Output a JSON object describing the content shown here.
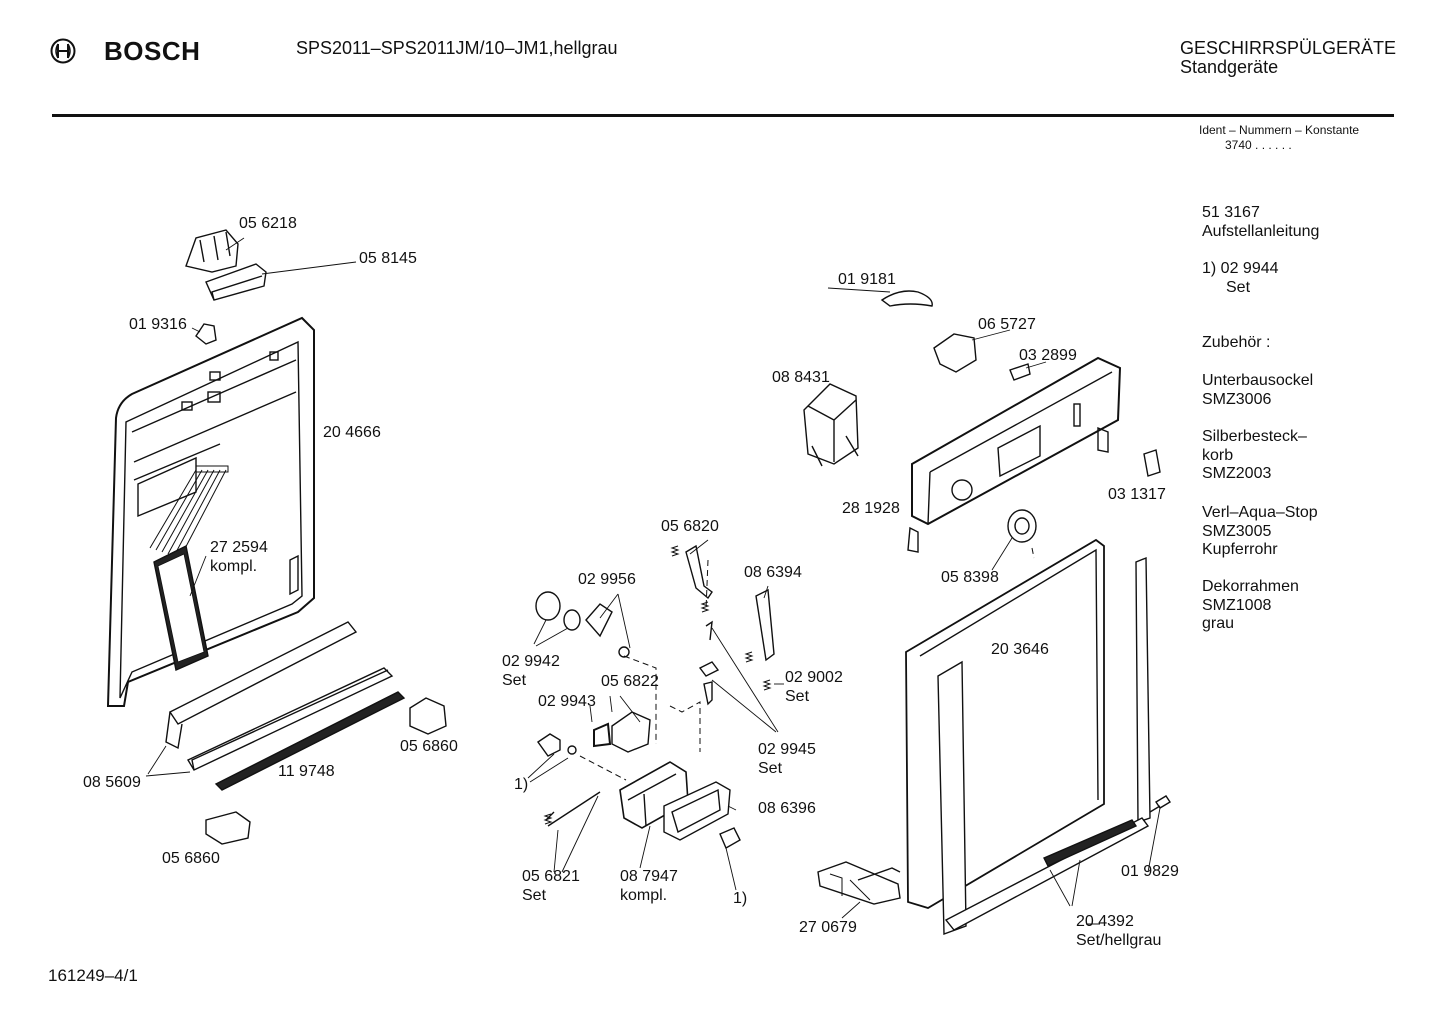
{
  "header": {
    "brand": "BOSCH",
    "model": "SPS2011–SPS2011JM/10–JM1,hellgrau",
    "category_line1": "GESCHIRRSPÜLGERÄTE",
    "category_line2": "Standgeräte",
    "ident_label": "Ident – Nummern – Konstante",
    "ident_value": "3740 . .   . . . ."
  },
  "sidebar": {
    "manual_number": "51 3167",
    "manual_label": "Aufstellanleitung",
    "footnote_number": "1)  02 9944",
    "footnote_label": "Set",
    "accessories_title": "Zubehör :",
    "accessories": [
      {
        "line1": "Unterbausockel",
        "line2": "SMZ3006",
        "line3": ""
      },
      {
        "line1": "Silberbesteck–",
        "line2": "korb",
        "line3": "SMZ2003"
      },
      {
        "line1": "Verl–Aqua–Stop",
        "line2": "SMZ3005",
        "line3": "Kupferrohr"
      },
      {
        "line1": "Dekorrahmen",
        "line2": "SMZ1008",
        "line3": "grau"
      }
    ]
  },
  "parts": [
    {
      "id": "p01",
      "text": "05 6218"
    },
    {
      "id": "p02",
      "text": "05 8145"
    },
    {
      "id": "p03",
      "text": "01 9316"
    },
    {
      "id": "p04",
      "text": "20 4666"
    },
    {
      "id": "p05",
      "text": "27 2594"
    },
    {
      "id": "p05b",
      "text": "kompl."
    },
    {
      "id": "p06",
      "text": "08 5609"
    },
    {
      "id": "p07",
      "text": "11 9748"
    },
    {
      "id": "p08",
      "text": "05 6860"
    },
    {
      "id": "p09",
      "text": "05 6860"
    },
    {
      "id": "p10",
      "text": "01 9181"
    },
    {
      "id": "p11",
      "text": "06 5727"
    },
    {
      "id": "p12",
      "text": "03 2899"
    },
    {
      "id": "p13",
      "text": "08 8431"
    },
    {
      "id": "p14",
      "text": "28 1928"
    },
    {
      "id": "p15",
      "text": "03 1317"
    },
    {
      "id": "p16",
      "text": "05 8398"
    },
    {
      "id": "p17",
      "text": "05 6820"
    },
    {
      "id": "p18",
      "text": "02 9956"
    },
    {
      "id": "p19",
      "text": "08 6394"
    },
    {
      "id": "p20",
      "text": "02 9942"
    },
    {
      "id": "p20b",
      "text": "Set"
    },
    {
      "id": "p21",
      "text": "05 6822"
    },
    {
      "id": "p22",
      "text": "02 9943"
    },
    {
      "id": "p23",
      "text": "02 9002"
    },
    {
      "id": "p23b",
      "text": "Set"
    },
    {
      "id": "p24",
      "text": "02 9945"
    },
    {
      "id": "p24b",
      "text": "Set"
    },
    {
      "id": "p25",
      "text": "1)"
    },
    {
      "id": "p26",
      "text": "08 6396"
    },
    {
      "id": "p27",
      "text": "05 6821"
    },
    {
      "id": "p27b",
      "text": "Set"
    },
    {
      "id": "p28",
      "text": "08 7947"
    },
    {
      "id": "p28b",
      "text": "kompl."
    },
    {
      "id": "p29",
      "text": "1)"
    },
    {
      "id": "p30",
      "text": "20 3646"
    },
    {
      "id": "p31",
      "text": "01 9829"
    },
    {
      "id": "p32",
      "text": "27 0679"
    },
    {
      "id": "p33",
      "text": "20 4392"
    },
    {
      "id": "p33b",
      "text": "Set/hellgrau"
    }
  ],
  "footer": {
    "drawing_number": "161249–4/1"
  }
}
